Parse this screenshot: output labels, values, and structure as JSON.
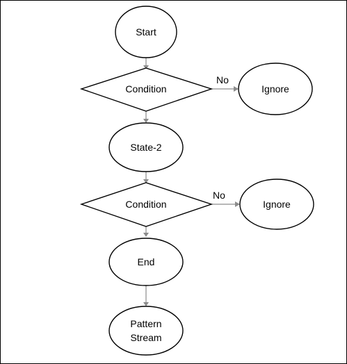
{
  "nodes": {
    "start": "Start",
    "condition_1": "Condition",
    "ignore_1": "Ignore",
    "state_2": "State-2",
    "condition_2": "Condition",
    "ignore_2": "Ignore",
    "end": "End",
    "pattern_stream": [
      "Pattern",
      "Stream"
    ]
  },
  "edges": {
    "no_1": "No",
    "no_2": "No"
  },
  "colors": {
    "node_stroke": "#000000",
    "node_fill": "#ffffff",
    "arrow": "#8c8c8c"
  }
}
